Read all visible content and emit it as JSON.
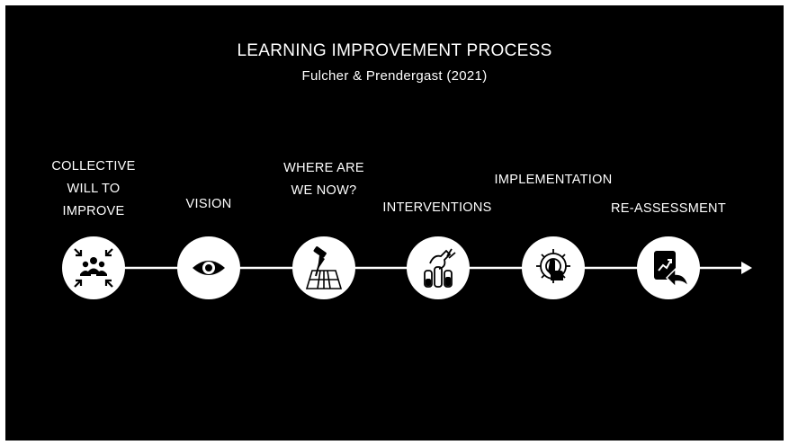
{
  "header": {
    "title": "LEARNING IMPROVEMENT PROCESS",
    "subtitle": "Fulcher & Prendergast (2021)"
  },
  "colors": {
    "background": "#000000",
    "foreground": "#ffffff",
    "icon": "#000000"
  },
  "steps": [
    {
      "label_lines": [
        "COLLECTIVE",
        "WILL TO",
        "IMPROVE"
      ],
      "icon": "people-converge-icon"
    },
    {
      "label_lines": [
        "VISION"
      ],
      "icon": "eye-icon"
    },
    {
      "label_lines": [
        "WHERE ARE",
        "WE NOW?"
      ],
      "icon": "map-pin-icon"
    },
    {
      "label_lines": [
        "INTERVENTIONS"
      ],
      "icon": "lab-beakers-icon"
    },
    {
      "label_lines": [
        "IMPLEMENTATION"
      ],
      "icon": "gear-hand-icon"
    },
    {
      "label_lines": [
        "RE-ASSESSMENT"
      ],
      "icon": "report-return-icon"
    }
  ]
}
